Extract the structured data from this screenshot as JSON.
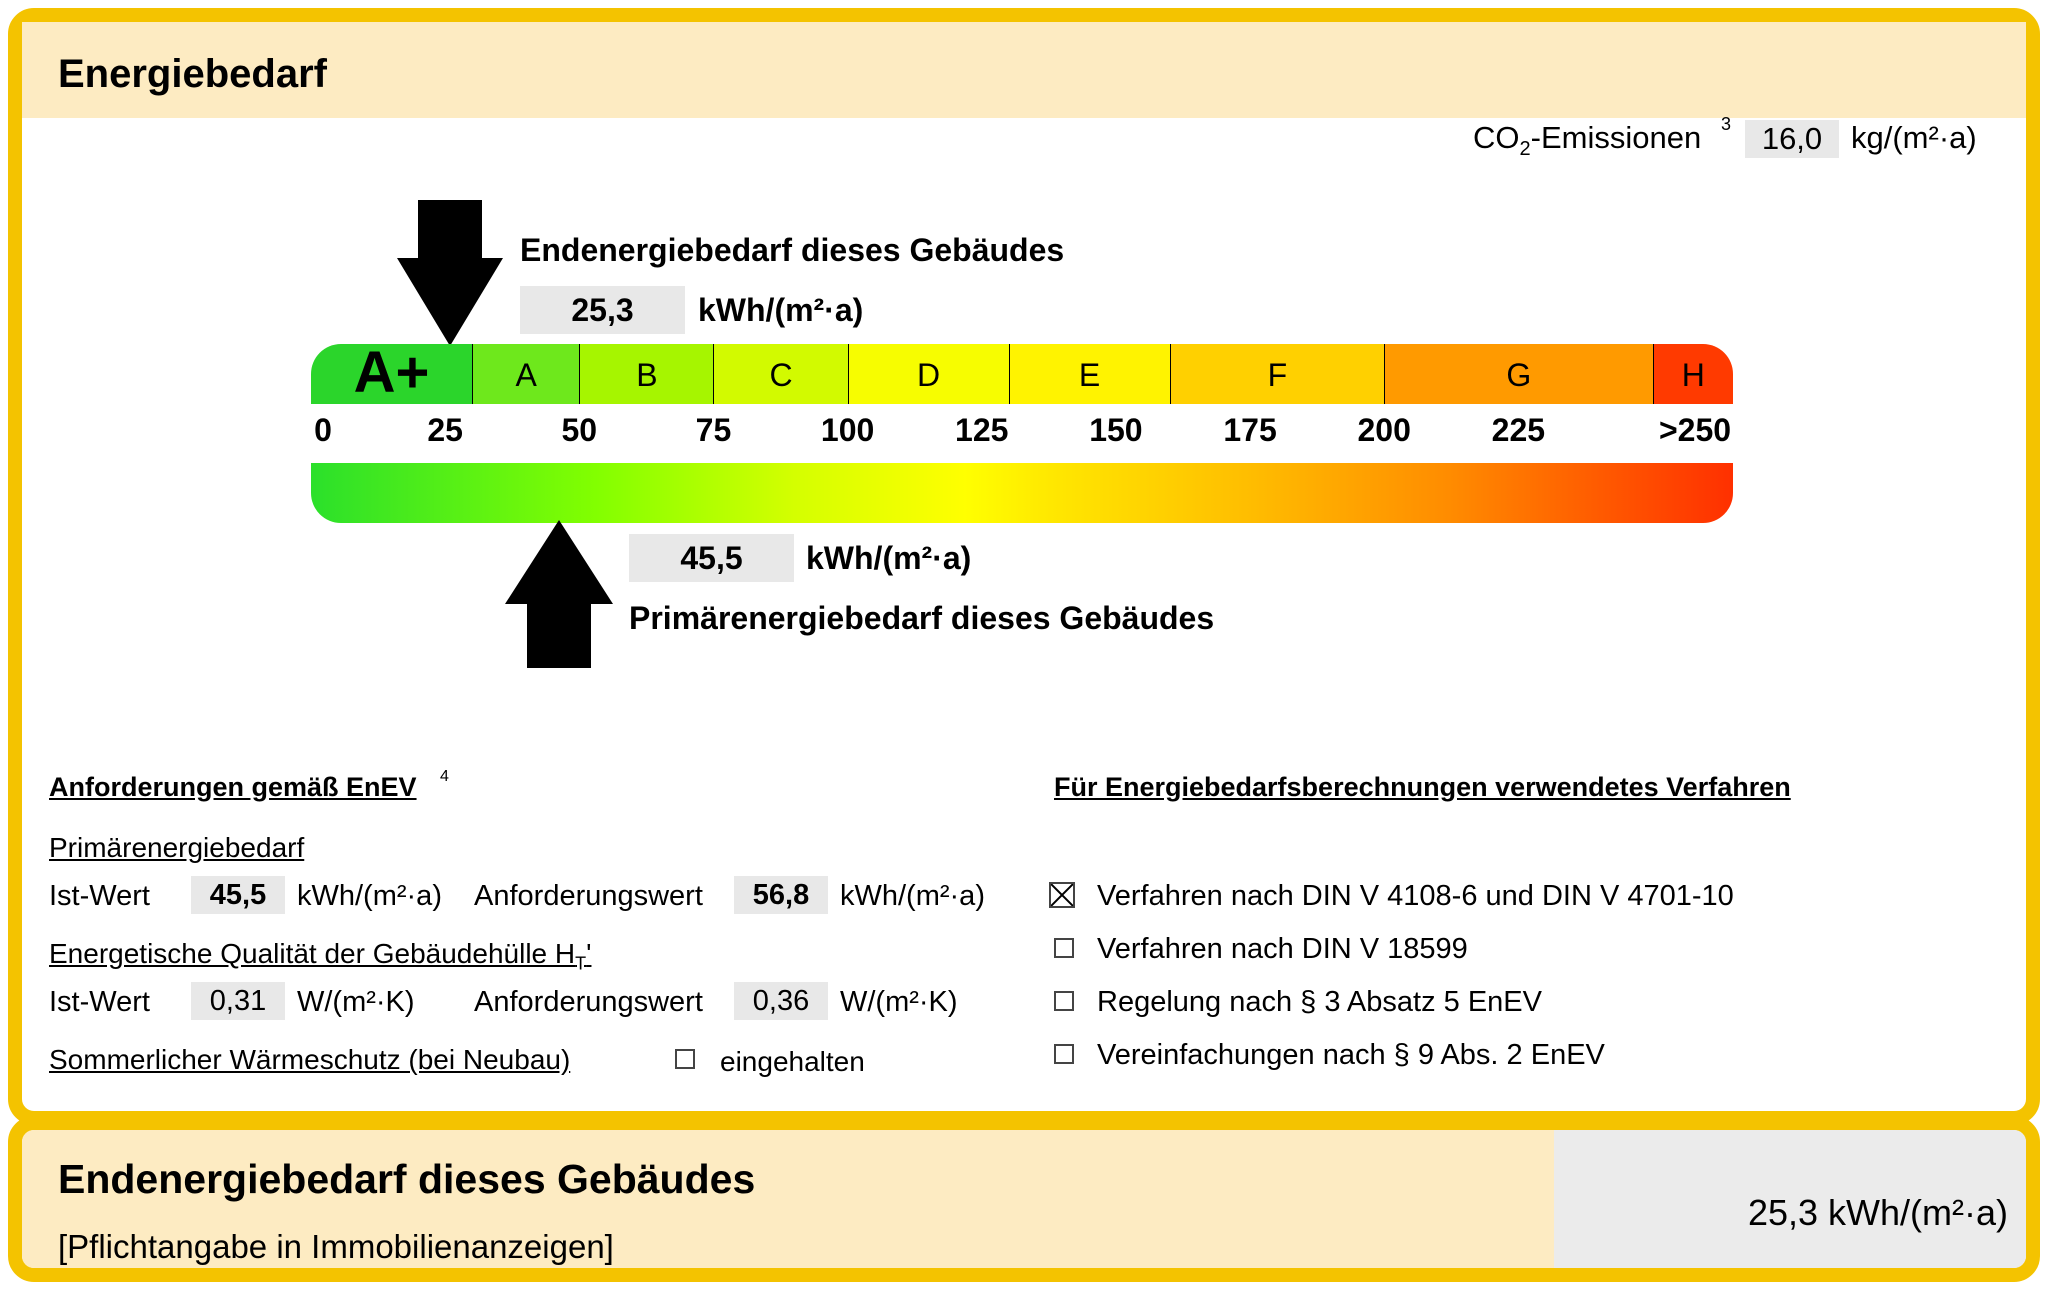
{
  "section": {
    "title": "Energiebedarf",
    "co2_label": "CO",
    "co2_sub": "2",
    "co2_label_rest": "-Emissionen",
    "co2_footnote": "3",
    "co2_value": "16,0",
    "co2_unit": "kg/(m²·a)"
  },
  "end_energy": {
    "label": "Endenergiebedarf dieses Gebäudes",
    "value": "25,3",
    "unit": "kWh/(m²·a)",
    "scale_value": 25.3
  },
  "primary_energy": {
    "label": "Primärenergiebedarf dieses Gebäudes",
    "value": "45,5",
    "unit": "kWh/(m²·a)",
    "scale_value": 45.5
  },
  "scale": {
    "classes": [
      {
        "label": "A+",
        "from": 0,
        "to": 30,
        "color": "#2bd52b"
      },
      {
        "label": "A",
        "from": 30,
        "to": 50,
        "color": "#6ee81c"
      },
      {
        "label": "B",
        "from": 50,
        "to": 75,
        "color": "#a6f500"
      },
      {
        "label": "C",
        "from": 75,
        "to": 100,
        "color": "#d2fa00"
      },
      {
        "label": "D",
        "from": 100,
        "to": 130,
        "color": "#f7fd00"
      },
      {
        "label": "E",
        "from": 130,
        "to": 160,
        "color": "#fff300"
      },
      {
        "label": "F",
        "from": 160,
        "to": 200,
        "color": "#ffd000"
      },
      {
        "label": "G",
        "from": 200,
        "to": 250,
        "color": "#ff9a00"
      },
      {
        "label": "H",
        "from": 250,
        "to": 265,
        "color": "#ff3a00"
      }
    ],
    "ticks": [
      "0",
      "25",
      "50",
      "75",
      "100",
      "125",
      "150",
      "175",
      "200",
      "225",
      ">250"
    ],
    "max": 265
  },
  "requirements": {
    "heading": "Anforderungen gemäß EnEV",
    "heading_footnote": "4",
    "primary_heading": "Primärenergiebedarf",
    "ist_label": "Ist-Wert",
    "primary_ist": "45,5",
    "primary_unit": "kWh/(m²·a)",
    "anf_label": "Anforderungswert",
    "primary_anf": "56,8",
    "primary_anf_unit": "kWh/(m²·a)",
    "envelope_heading": "Energetische Qualität der Gebäudehülle H",
    "envelope_sub": "T",
    "envelope_prime": "'",
    "envelope_ist": "0,31",
    "envelope_unit": "W/(m²·K)",
    "envelope_anf": "0,36",
    "envelope_anf_unit": "W/(m²·K)",
    "summer_label": "Sommerlicher Wärmeschutz (bei Neubau)",
    "summer_check_label": "eingehalten",
    "summer_checked": false
  },
  "methods": {
    "heading": "Für Energiebedarfsberechnungen verwendetes Verfahren",
    "items": [
      {
        "label": "Verfahren nach DIN V 4108-6 und DIN V 4701-10",
        "checked": true
      },
      {
        "label": "Verfahren nach DIN V 18599",
        "checked": false
      },
      {
        "label": "Regelung nach § 3 Absatz 5 EnEV",
        "checked": false
      },
      {
        "label": "Vereinfachungen nach § 9 Abs. 2 EnEV",
        "checked": false
      }
    ]
  },
  "footer": {
    "title": "Endenergiebedarf dieses Gebäudes",
    "subtitle": "[Pflichtangabe in Immobilienanzeigen]",
    "value": "25,3 kWh/(m²·a)"
  }
}
